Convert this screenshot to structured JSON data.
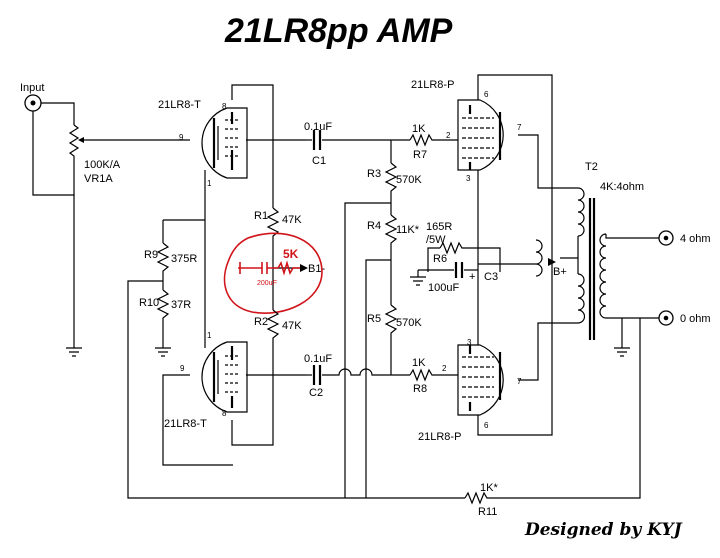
{
  "title": "21LR8pp AMP",
  "credit": "Designed by KYJ",
  "input": {
    "label": "Input"
  },
  "tubes": {
    "v1_top": "21LR8-T",
    "v1_bottom": "21LR8-T",
    "v2_top": "21LR8-P",
    "v2_bottom": "21LR8-P"
  },
  "pins": {
    "p1": "1",
    "p2": "2",
    "p3": "3",
    "p6": "6",
    "p7": "7",
    "p8": "8",
    "p9": "9"
  },
  "vr1": {
    "value": "100K/A",
    "name": "VR1A"
  },
  "c1": {
    "value": "0.1uF",
    "name": "C1"
  },
  "c2": {
    "value": "0.1uF",
    "name": "C2"
  },
  "c3": {
    "value": "100uF",
    "name": "C3"
  },
  "r1": {
    "name": "R1",
    "value": "47K"
  },
  "r2": {
    "name": "R2",
    "value": "47K"
  },
  "r3": {
    "name": "R3",
    "value": "570K"
  },
  "r4": {
    "name": "R4",
    "value": "11K*"
  },
  "r5": {
    "name": "R5",
    "value": "570K"
  },
  "r6": {
    "name": "R6",
    "value_top": "165R",
    "value_bottom": "/5W"
  },
  "r7": {
    "name": "R7",
    "value": "1K"
  },
  "r8": {
    "name": "R8",
    "value": "1K"
  },
  "r9": {
    "name": "R9",
    "value": "375R"
  },
  "r10": {
    "name": "R10",
    "value": "37R"
  },
  "r11": {
    "name": "R11",
    "value": "1K*"
  },
  "b1": "B1-",
  "bplus": "B+",
  "plus_sign": "+",
  "t2": {
    "name": "T2",
    "ratio": "4K:4ohm"
  },
  "outputs": {
    "out4": "4 ohm",
    "out0": "0 ohm"
  },
  "annotation": {
    "resistor": "5K",
    "capacitor": "200uF",
    "color": "#d0141a"
  }
}
